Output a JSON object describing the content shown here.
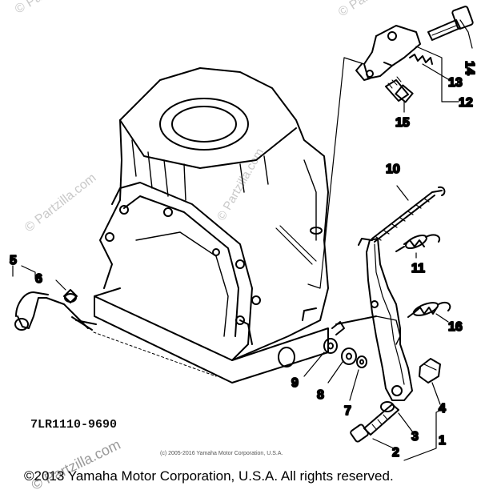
{
  "watermarks": {
    "top_left": "© Partzilla.com",
    "top_right": "© Partzilla.com",
    "center": "© Partzilla.com",
    "left": "© Partzilla.com",
    "bottom": "© Partzilla.com"
  },
  "diagram": {
    "part_code": "7LR1110-9690",
    "credit": "(c) 2005-2016 Yamaha Motor Corporation, U.S.A.",
    "copyright": "©2013 Yamaha Motor Corporation, U.S.A. All rights reserved."
  },
  "callouts": [
    "1",
    "2",
    "3",
    "4",
    "5",
    "6",
    "7",
    "8",
    "9",
    "10",
    "11",
    "12",
    "13",
    "14",
    "15",
    "16"
  ],
  "colors": {
    "ink": "#000000",
    "watermark": "#c8c8c8"
  }
}
